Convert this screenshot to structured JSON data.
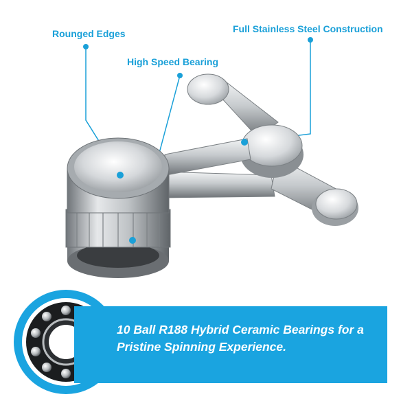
{
  "callouts": {
    "rounded_edges": "Rounged Edges",
    "high_speed_bearing": "High Speed Bearing",
    "stainless_steel": "Full Stainless Steel Construction"
  },
  "banner": {
    "text": "10 Ball R188 Hybrid Ceramic Bearings for a Pristine Spinning Experience."
  },
  "colors": {
    "accent": "#1aa0d8",
    "banner": "#1aa4e0",
    "metal": "#c8ccd0"
  }
}
